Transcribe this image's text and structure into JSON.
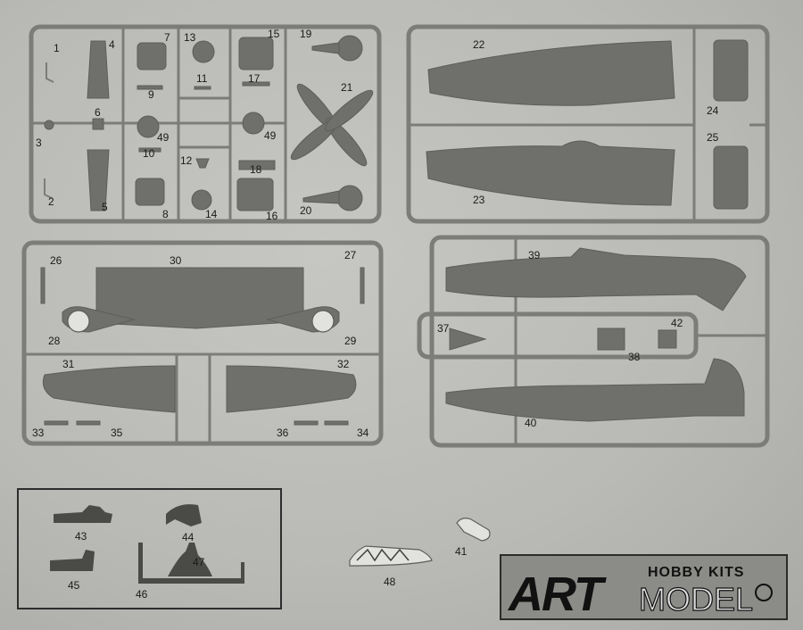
{
  "sheet": {
    "part_labels": [
      {
        "id": "1"
      },
      {
        "id": "2"
      },
      {
        "id": "3"
      },
      {
        "id": "4"
      },
      {
        "id": "5"
      },
      {
        "id": "6"
      },
      {
        "id": "7"
      },
      {
        "id": "8"
      },
      {
        "id": "9"
      },
      {
        "id": "10"
      },
      {
        "id": "11"
      },
      {
        "id": "12"
      },
      {
        "id": "13"
      },
      {
        "id": "14"
      },
      {
        "id": "15"
      },
      {
        "id": "16"
      },
      {
        "id": "17"
      },
      {
        "id": "18"
      },
      {
        "id": "19"
      },
      {
        "id": "20"
      },
      {
        "id": "21"
      },
      {
        "id": "22"
      },
      {
        "id": "23"
      },
      {
        "id": "24"
      },
      {
        "id": "25"
      },
      {
        "id": "26"
      },
      {
        "id": "27"
      },
      {
        "id": "28"
      },
      {
        "id": "29"
      },
      {
        "id": "30"
      },
      {
        "id": "31"
      },
      {
        "id": "32"
      },
      {
        "id": "33"
      },
      {
        "id": "34"
      },
      {
        "id": "35"
      },
      {
        "id": "36"
      },
      {
        "id": "37"
      },
      {
        "id": "38"
      },
      {
        "id": "39"
      },
      {
        "id": "40"
      },
      {
        "id": "41"
      },
      {
        "id": "42"
      },
      {
        "id": "43"
      },
      {
        "id": "44"
      },
      {
        "id": "45"
      },
      {
        "id": "46"
      },
      {
        "id": "47"
      },
      {
        "id": "48"
      },
      {
        "id": "49"
      },
      {
        "id": "49"
      }
    ]
  },
  "logo": {
    "art": "ART",
    "hobby_kits": "HOBBY KITS",
    "model": "MODEL"
  },
  "colors": {
    "paper": "#bdbdb9",
    "plastic": "#6f6f6b",
    "frame": "#7c7c78",
    "logo_background": "#8b8b87"
  }
}
